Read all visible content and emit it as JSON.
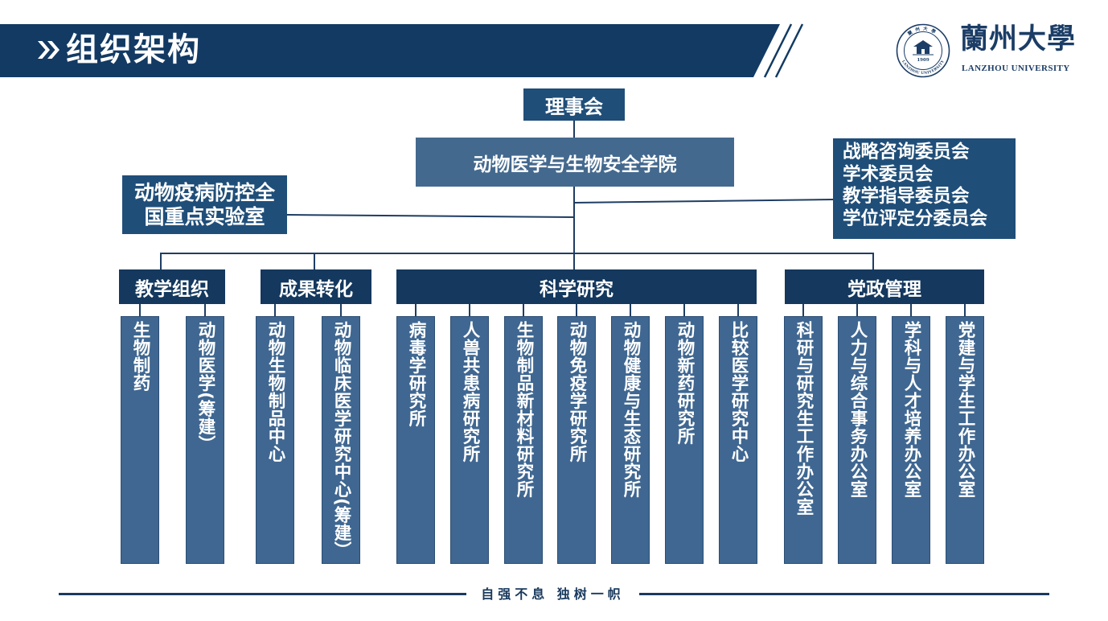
{
  "colors": {
    "banner": "#123a63",
    "node_navy": "#1f4e79",
    "college_blue": "#44698e",
    "division_navy": "#14385e",
    "unit_blue": "#3f6791",
    "unit_border": "#2b4e74",
    "connector": "#1e3d63",
    "logo_navy": "#1b3d66",
    "footer_navy": "#1a3a5e",
    "text_light": "#ffffff"
  },
  "header": {
    "title": "组织架构",
    "icon": "double-chevron-icon"
  },
  "logo": {
    "seal_cn": "蘭州大學",
    "seal_en": "LANZHOU UNIVERSITY",
    "seal_year": "1909",
    "wordmark_cn": "蘭州大學",
    "wordmark_en": "LANZHOU UNIVERSITY"
  },
  "org": {
    "board": "理事会",
    "college": "动物医学与生物安全学院",
    "lab": "动物疫病防控全国重点实验室",
    "committees": [
      "战略咨询委员会",
      "学术委员会",
      "教学指导委员会",
      "学位评定分委员会"
    ],
    "divisions": [
      {
        "name": "教学组织",
        "units": [
          "生物制药",
          "动物医学(筹建）"
        ]
      },
      {
        "name": "成果转化",
        "units": [
          "动物生物制品中心",
          "动物临床医学研究中心(筹建）"
        ]
      },
      {
        "name": "科学研究",
        "units": [
          "病毒学研究所",
          "人兽共患病研究所",
          "生物制品新材料研究所",
          "动物免疫学研究所",
          "动物健康与生态研究所",
          "动物新药研究所",
          "比较医学研究中心"
        ]
      },
      {
        "name": "党政管理",
        "units": [
          "科研与研究生工作办公室",
          "人力与综合事务办公室",
          "学科与人才培养办公室",
          "党建与学生工作办公室"
        ]
      }
    ]
  },
  "footer": {
    "motto": "自强不息 独树一帜"
  }
}
